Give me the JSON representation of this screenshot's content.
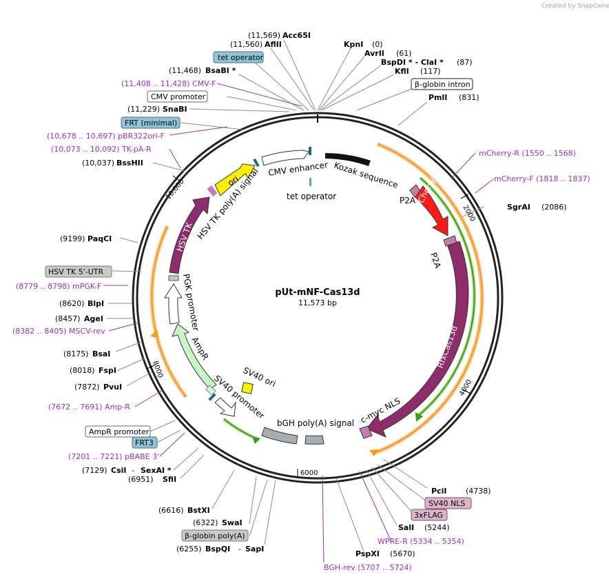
{
  "credit": "Created by SnapGene",
  "plasmid": {
    "name": "pUt-mNF-Cas13d",
    "size": "11,573 bp"
  },
  "ticks": [
    "2000",
    "4000",
    "6000",
    "8000",
    "10,000"
  ],
  "features": {
    "cmv_enhancer": "CMV enhancer",
    "kozak_sequence": "Kozak sequence",
    "tet_operator_inner": "tet operator",
    "hsv_tk_polya": "HSV TK poly(A) signal",
    "ori": "ori",
    "hsv_tk": "HSV TK",
    "pgk_promoter": "PGK promoter",
    "ampr": "AmpR",
    "sv40_promoter": "SV40 promoter",
    "sv40_ori": "SV40 ori",
    "bgh_polya": "bGH poly(A) signal",
    "c_myc_nls": "c-myc NLS",
    "rfxcas13d": "RfxCas13d",
    "mcherry": "mCherry",
    "p2a_top": "P2A",
    "p2a_bottom": "P2A"
  },
  "sites": {
    "acc65i": {
      "name": "Acc65I",
      "pos": "(11,569)"
    },
    "aflii": {
      "name": "AflII",
      "pos": "(11,560)"
    },
    "kpni": {
      "name": "KpnI",
      "pos": "(0)"
    },
    "avrii": {
      "name": "AvrII",
      "pos": "(61)"
    },
    "bspdi_clai": {
      "name": "BspDI * - ClaI *",
      "pos": "(87)"
    },
    "kfli": {
      "name": "KflI",
      "pos": "(117)"
    },
    "bsabi": {
      "name": "BsaBI *",
      "pos": "(11,468)"
    },
    "pmli": {
      "name": "PmlI",
      "pos": "(831)"
    },
    "snabi": {
      "name": "SnaBI",
      "pos": "(11,229)"
    },
    "bsshii": {
      "name": "BssHII",
      "pos": "(10,037)"
    },
    "sgrai": {
      "name": "SgrAI",
      "pos": "(2086)"
    },
    "paqci": {
      "name": "PaqCI",
      "pos": "(9199)"
    },
    "blpi": {
      "name": "BlpI",
      "pos": "(8620)"
    },
    "agei": {
      "name": "AgeI",
      "pos": "(8457)"
    },
    "bsai": {
      "name": "BsaI",
      "pos": "(8175)"
    },
    "fspi": {
      "name": "FspI",
      "pos": "(8018)"
    },
    "pvui": {
      "name": "PvuI",
      "pos": "(7872)"
    },
    "csii_sexai": {
      "name1": "CsiI",
      "sep": "-",
      "name2": "SexAI *",
      "pos": "(7129)"
    },
    "sfii": {
      "name": "SfiI",
      "pos": "(6951)"
    },
    "pcii": {
      "name": "PciI",
      "pos": "(4738)"
    },
    "bstxi": {
      "name": "BstXI",
      "pos": "(6616)"
    },
    "sali": {
      "name": "SalI",
      "pos": "(5244)"
    },
    "swai": {
      "name": "SwaI",
      "pos": "(6322)"
    },
    "bspqi_sapi": {
      "name1": "BspQI",
      "sep": "-",
      "name2": "SapI",
      "pos": "(6255)"
    },
    "pspxi": {
      "name": "PspXI",
      "pos": "(5670)"
    }
  },
  "primers": {
    "cmv_f": "(11,408 .. 11,428)  CMV-F",
    "pbr322ori_f": "(10,678 .. 10,697)  pBR322ori-F",
    "tk_pa_r": "(10,073 .. 10,092)  TK-pA-R",
    "mcherry_r": "mCherry-R    (1550 .. 1568)",
    "mcherry_f": "mCherry-F    (1818 .. 1837)",
    "mpgk_f": "(8779 .. 8798)  mPGK-F",
    "mscv_rev": "(8382 .. 8405)  MSCV-rev",
    "amp_r": "(7672 .. 7691)  Amp-R",
    "pbabe_3": "(7201 .. 7221)  pBABE 3'",
    "wpre_r": "WPRE-R    (5334 .. 5354)",
    "bgh_rev": "BGH-rev    (5707 .. 5724)"
  },
  "boxes": {
    "tet_operator": "tet operator",
    "beta_globin_intron": "β-globin intron",
    "cmv_promoter": "CMV promoter",
    "frt_minimal": "FRT (minimal)",
    "hsv_tk_5utr": "HSV TK 5'-UTR",
    "ampr_promoter": "AmpR promoter",
    "frt3": "FRT3",
    "sv40_nls": "SV40 NLS",
    "flag3x": "3xFLAG",
    "beta_globin_polya": "β-globin poly(A)"
  }
}
